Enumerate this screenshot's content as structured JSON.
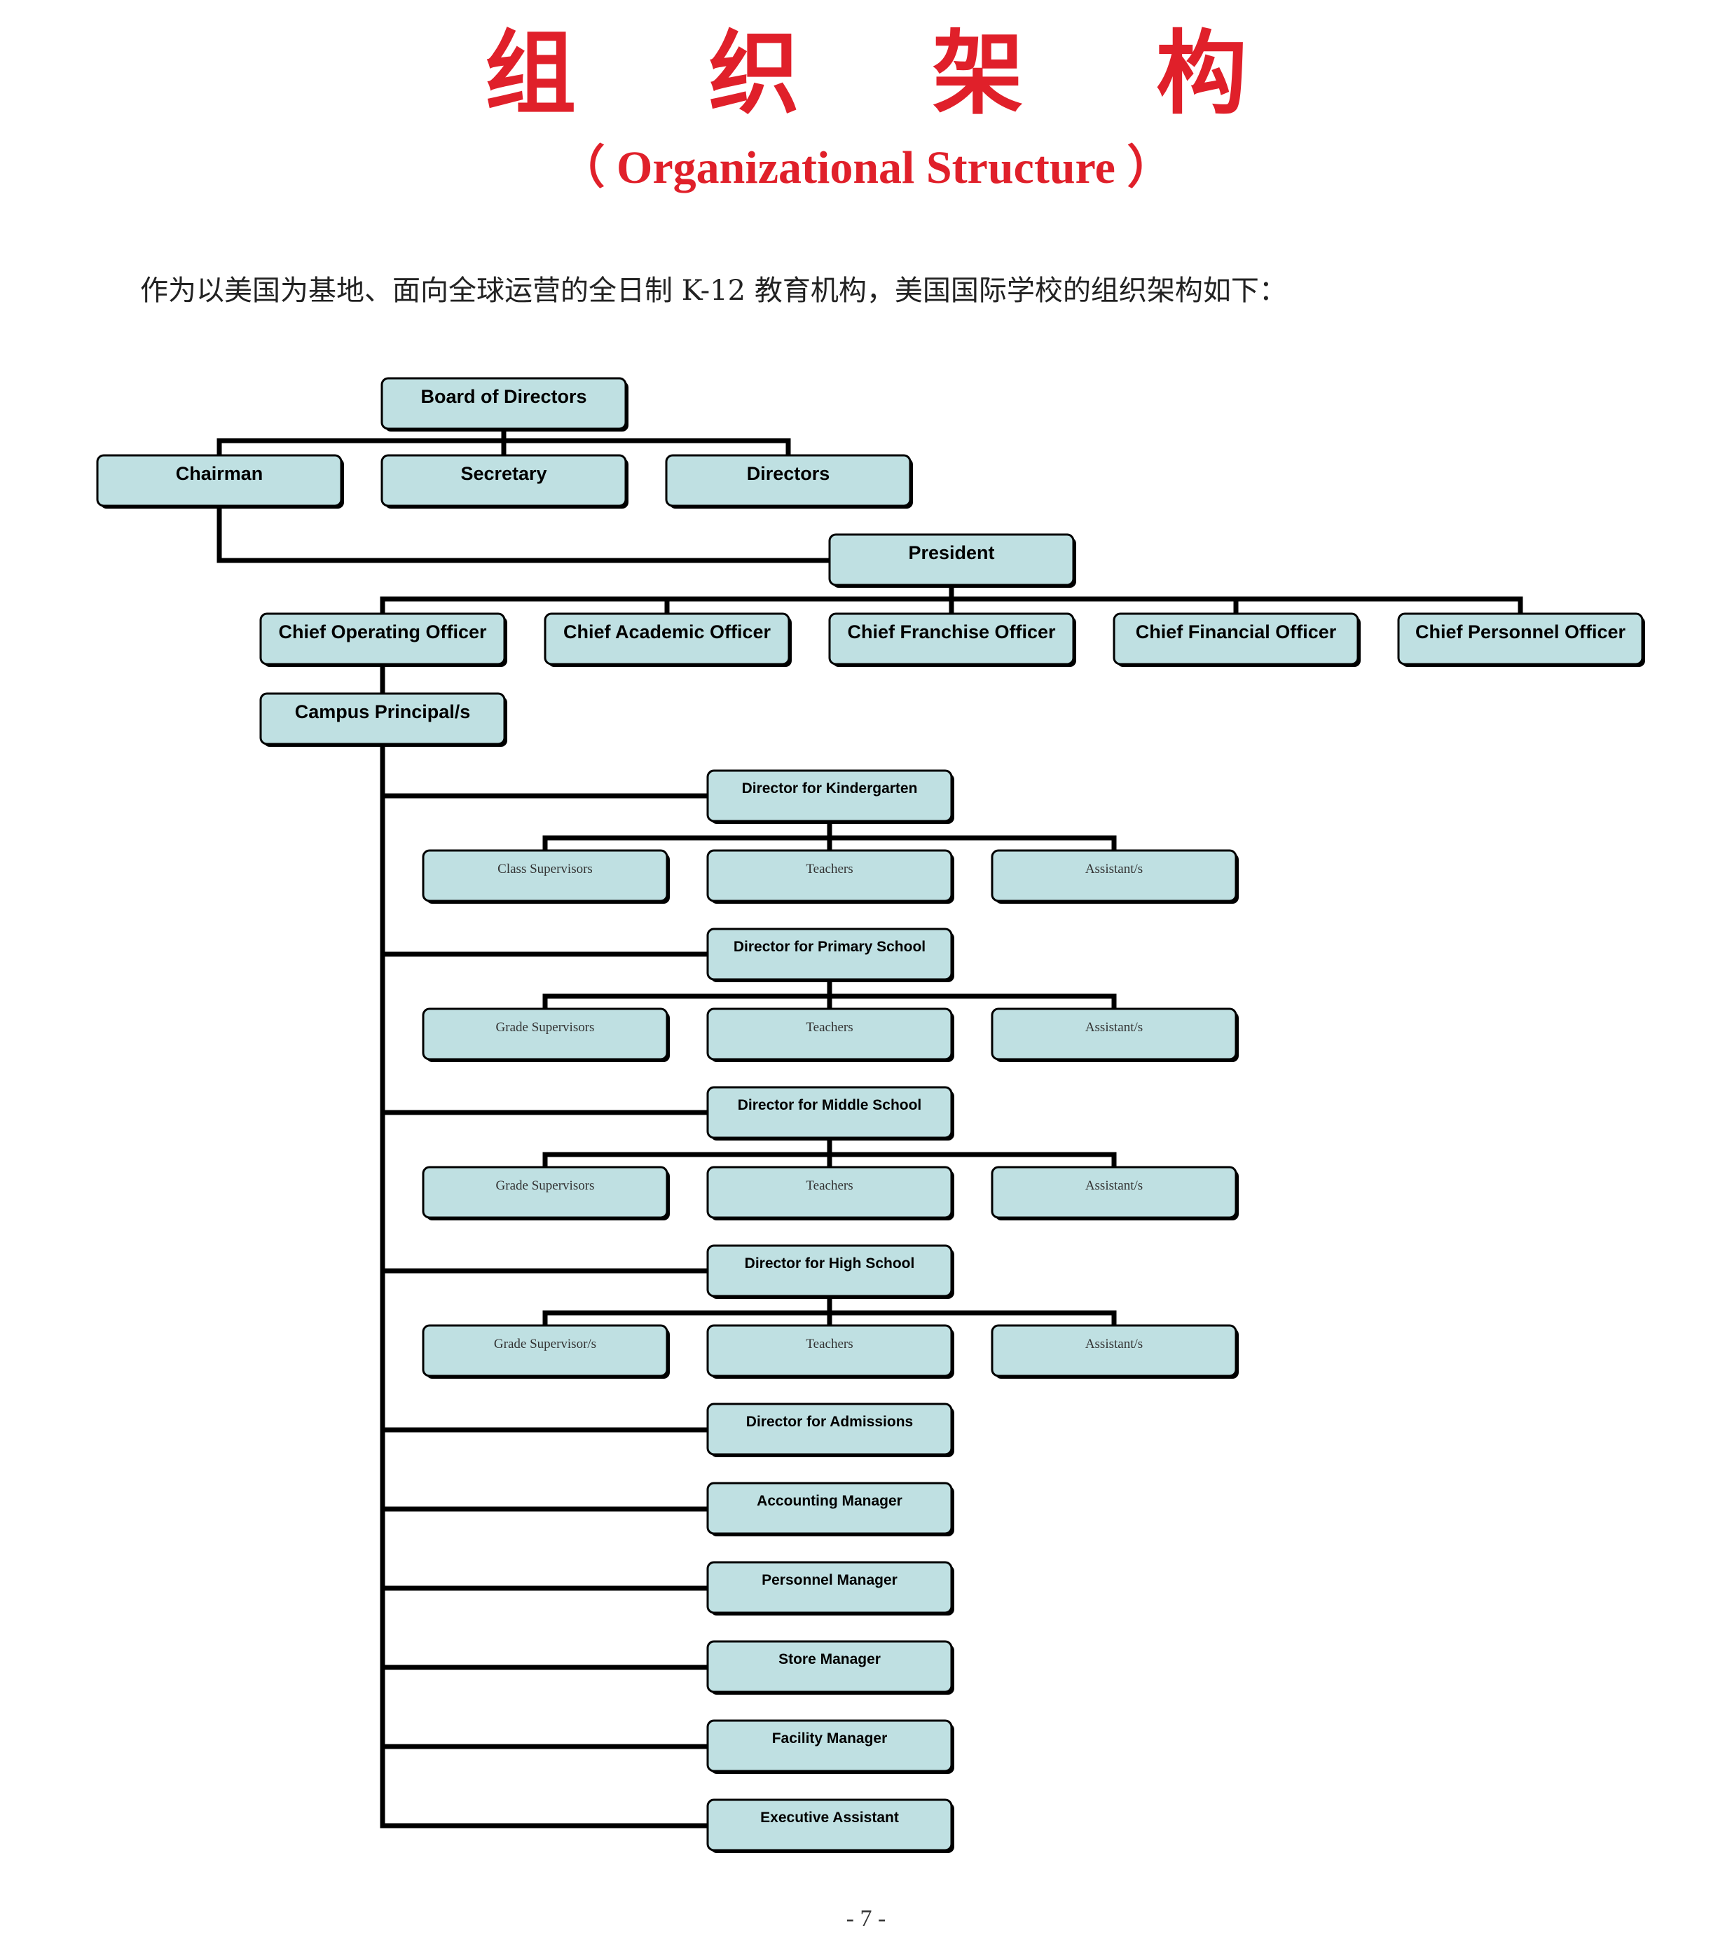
{
  "title_cn": "组 织 架 构",
  "title_en": "（ Organizational Structure ）",
  "intro": "作为以美国为基地、面向全球运营的全日制 K-12 教育机构，美国国际学校的组织架构如下：",
  "page_number": "- 7 -",
  "org": {
    "board": "Board of Directors",
    "board_members": [
      "Chairman",
      "Secretary",
      "Directors"
    ],
    "president": "President",
    "chiefs": [
      "Chief Operating Officer",
      "Chief Academic Officer",
      "Chief Franchise Officer",
      "Chief Financial Officer",
      "Chief Personnel Officer"
    ],
    "campus": "Campus Principal/s",
    "divisions": [
      {
        "name": "Director for Kindergarten",
        "staff": [
          "Class Supervisors",
          "Teachers",
          "Assistant/s"
        ]
      },
      {
        "name": "Director for Primary School",
        "staff": [
          "Grade Supervisors",
          "Teachers",
          "Assistant/s"
        ]
      },
      {
        "name": "Director for Middle School",
        "staff": [
          "Grade Supervisors",
          "Teachers",
          "Assistant/s"
        ]
      },
      {
        "name": "Director for High School",
        "staff": [
          "Grade Supervisor/s",
          "Teachers",
          "Assistant/s"
        ]
      }
    ],
    "managers": [
      "Director for Admissions",
      "Accounting Manager",
      "Personnel Manager",
      "Store Manager",
      "Facility Manager",
      "Executive Assistant"
    ]
  }
}
